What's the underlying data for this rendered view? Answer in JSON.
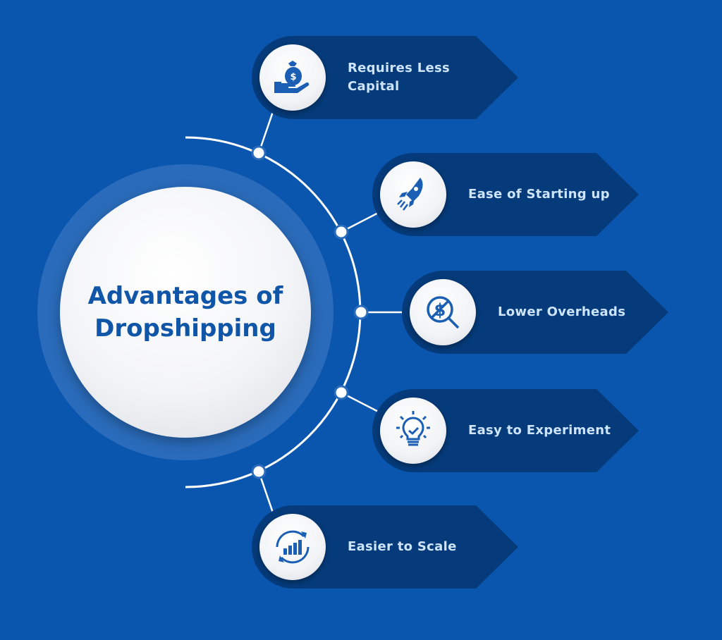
{
  "title": "Advantages of Dropshipping",
  "colors": {
    "background": "#0a56ae",
    "banner": "#053b7a",
    "text": "#cde4fb",
    "icon": "#1a5fb4"
  },
  "items": [
    {
      "label": "Requires Less Capital",
      "icon": "money-bag-hand-icon"
    },
    {
      "label": "Ease of Starting up",
      "icon": "rocket-icon"
    },
    {
      "label": "Lower Overheads",
      "icon": "no-dollar-search-icon"
    },
    {
      "label": "Easy to Experiment",
      "icon": "lightbulb-check-icon"
    },
    {
      "label": "Easier to Scale",
      "icon": "growth-chart-cycle-icon"
    }
  ]
}
